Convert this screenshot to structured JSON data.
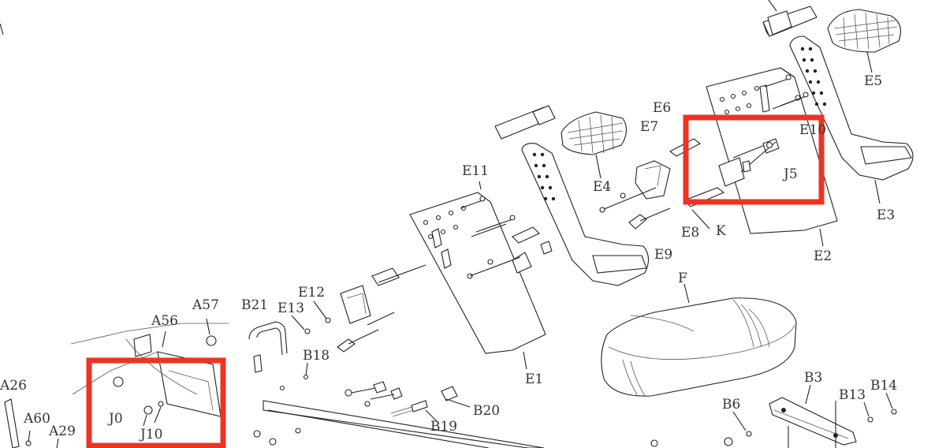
{
  "diagram": {
    "highlight_color": "#ee3322",
    "labels": {
      "E5": "E5",
      "E6": "E6",
      "E7": "E7",
      "E10": "E10",
      "J5": "J5",
      "E4": "E4",
      "E11": "E11",
      "E3": "E3",
      "E8": "E8",
      "K": "K",
      "E2": "E2",
      "E9": "E9",
      "F": "F",
      "E12": "E12",
      "E13": "E13",
      "A57": "A57",
      "A56": "A56",
      "B21": "B21",
      "B18": "B18",
      "E1": "E1",
      "B20": "B20",
      "B19": "B19",
      "B3": "B3",
      "B13": "B13",
      "B14": "B14",
      "B6": "B6",
      "A26": "A26",
      "J0": "J0",
      "J10": "J10",
      "A60": "A60",
      "A29": "A29"
    }
  }
}
